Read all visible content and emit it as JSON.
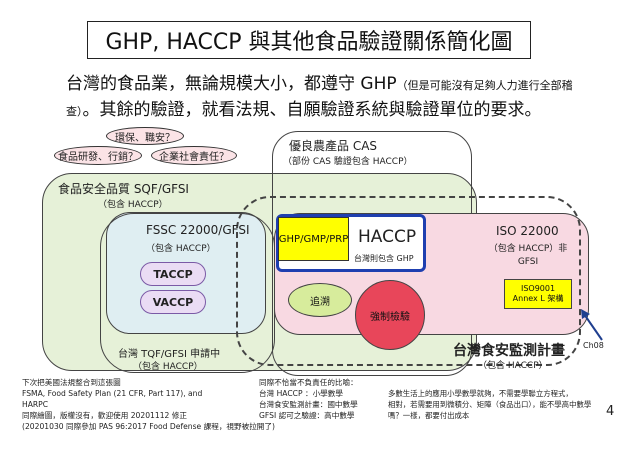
{
  "title": "GHP, HACCP 與其他食品驗證關係簡化圖",
  "intro": {
    "part1": "台灣的食品業，無論規模大小，都遵守 GHP",
    "aside": "（但是可能沒有足夠人力進行全部稽查）",
    "part2": "。其餘的驗證，就看法規、自願驗證系統與驗證單位的要求。"
  },
  "clouds": [
    "環保、職安？",
    "食品研發、行銷？",
    "企業社會責任？"
  ],
  "cas": {
    "title": "優良農產品 CAS",
    "sub": "（部份 CAS 驗證包含 HACCP）"
  },
  "sqf": {
    "title": "食品安全品質 SQF/GFSI",
    "sub": "（包含 HACCP）"
  },
  "fssc": {
    "title": "FSSC 22000/GFSI",
    "sub": "（包含 HACCP）"
  },
  "iso22000": {
    "title": "ISO 22000",
    "sub": "（包含 HACCP）非 GFSI"
  },
  "iso9001": {
    "line1": "ISO9001",
    "line2": "Annex L 架構"
  },
  "tqf": {
    "title": "台灣 TQF/GFSI 申請中",
    "sub": "（包含 HACCP）"
  },
  "ghp": {
    "label": "GHP/GMP/PRP"
  },
  "haccp": {
    "title": "HACCP",
    "sub": "台灣則包含 GHP"
  },
  "traceability": "追溯",
  "inspection": "強制檢驗",
  "taccp": "TACCP",
  "vaccp": "VACCP",
  "tw_monitor": {
    "title": "台灣食安監測計畫",
    "sub": "（包含 HACCP）"
  },
  "ch08": "Ch08",
  "page_number": "4",
  "notes": {
    "left": [
      "下次把美國法規整合到這張圖",
      "FSMA, Food Safety Plan (21 CFR, Part 117), and",
      "HARPC",
      "同際繪圖，版權沒有，歡迎使用 20201112 修正",
      "(20201030 同際參加 PAS 96:2017 Food Defense 課程，視野被拉開了)"
    ],
    "middle": [
      "同際不恰當不負責任的比喻：",
      "台灣 HACCP ：小學數學",
      "台灣食安監測計畫：國中數學",
      "GFSI 認可之驗證：高中數學"
    ],
    "right": [
      "多數生活上的應用小學數學就夠，不需要學聯立方程式，",
      "相對，若需要用到微積分、矩陣（食品出口），能不學高中數學",
      "嗎？一樣，都要付出成本"
    ]
  },
  "colors": {
    "cloud_fill": "#fbe3e6",
    "sqf_fill": "#e6f1d8",
    "fssc_fill": "#dfeef2",
    "iso_fill": "#f8d9e2",
    "haccp_border": "#1f3fb0",
    "ghp_fill": "#ffff00",
    "inspection_fill": "#e8465a",
    "traceability_fill": "#d7ec9c",
    "pill_fill": "#eadcf4"
  }
}
